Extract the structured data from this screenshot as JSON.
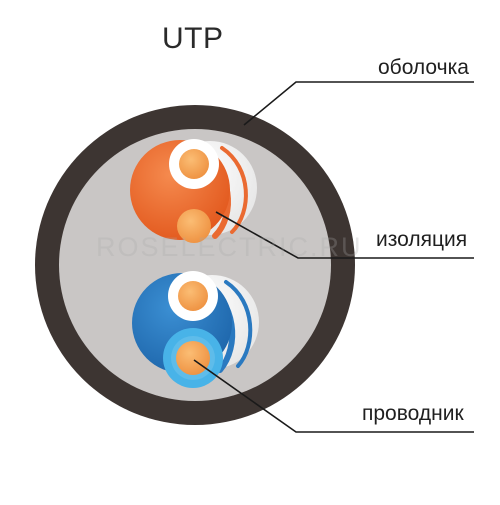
{
  "title": "UTP",
  "labels": {
    "sheath": "оболочка",
    "insulation": "изоляция",
    "conductor": "проводник"
  },
  "watermark": "ROSELECTRIC.RU",
  "colors": {
    "sheath": "#3d3532",
    "filler": "#c9c6c5",
    "orange_insulation": "#ea6a31",
    "blue_insulation": "#2a79c0",
    "light_blue_insulation": "#48b3e8",
    "conductor": "#f4a65a",
    "white_insulation": "#ffffff",
    "leader_line": "#1a1a1a"
  }
}
